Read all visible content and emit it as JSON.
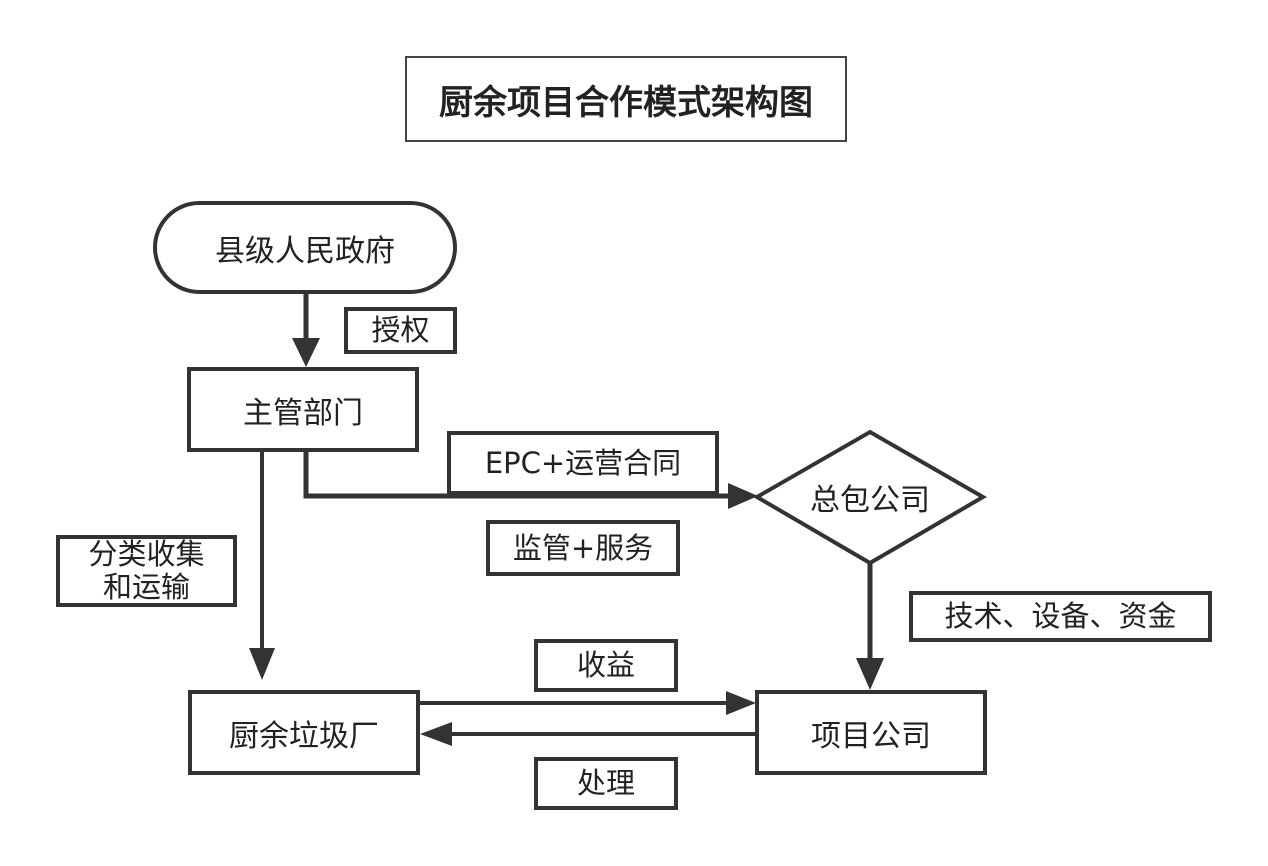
{
  "title": "厨余项目合作模式架构图",
  "nodes": {
    "government": "县级人民政府",
    "department": "主管部门",
    "contractor": "总包公司",
    "plant": "厨余垃圾厂",
    "project": "项目公司"
  },
  "edge_labels": {
    "authorize": "授权",
    "contract": "EPC+运营合同",
    "supervise": "监管+服务",
    "collect": "分类收集\n和运输",
    "resources": "技术、设备、资金",
    "revenue": "收益",
    "process": "处理"
  }
}
